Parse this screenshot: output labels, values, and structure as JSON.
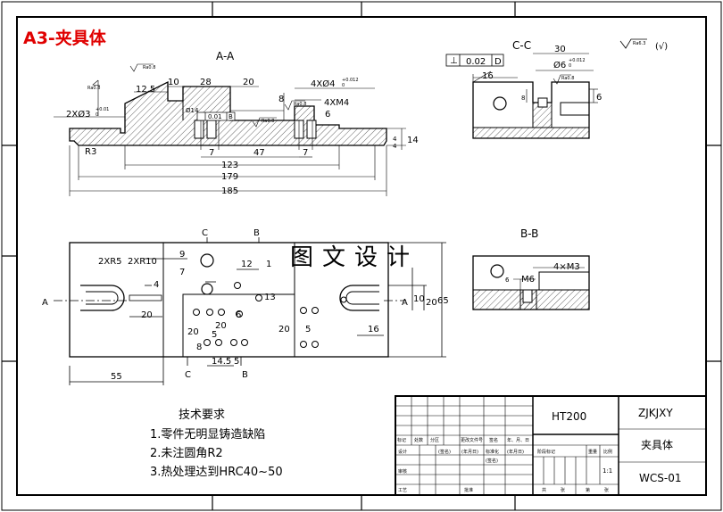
{
  "sheet_title": "A3-夹具体",
  "watermark": "图文设计",
  "roughness_note": "(√)",
  "roughness_value": "Ra6.3",
  "views": {
    "section_aa": {
      "title": "A-A",
      "dims": [
        "10",
        "28",
        "20",
        "12.5",
        "4XØ4",
        "+0.012",
        "0",
        "8",
        "4XM4",
        "6",
        "2XØ3",
        "+0.01",
        "0",
        "Ø14",
        "0.01",
        "B",
        "R3",
        "7",
        "47",
        "7",
        "123",
        "179",
        "185",
        "4",
        "4",
        "14",
        "Ra0.8",
        "Ra0.8",
        "Ra0.8",
        "Ra0.8"
      ]
    },
    "section_cc": {
      "title": "C-C",
      "dims": [
        "0.02",
        "D",
        "30",
        "Ø6",
        "+0.012",
        "0",
        "16",
        "8",
        "6",
        "Ra0.8"
      ]
    },
    "section_bb": {
      "title": "B-B",
      "dims": [
        "4×M3",
        "6",
        "M6"
      ]
    },
    "top_view": {
      "labels": [
        "C",
        "B",
        "A",
        "A",
        "C",
        "B"
      ],
      "dims": [
        "2XR5",
        "2XR10",
        "9",
        "7",
        "12",
        "1",
        "4",
        "13",
        "20",
        "20",
        "6",
        "20",
        "5",
        "8",
        "14.5",
        "5",
        "20",
        "5",
        "10",
        "20",
        "65",
        "16",
        "55"
      ]
    }
  },
  "tech_requirements": {
    "title": "技术要求",
    "items": [
      "1.零件无明显铸造缺陷",
      "2.未注圆角R2",
      "3.热处理达到HRC40~50"
    ]
  },
  "title_block": {
    "material": "HT200",
    "code": "ZJKJXY",
    "part_name": "夹具体",
    "drawing_no": "WCS-01",
    "scale": "1:1",
    "small_labels": [
      "标记",
      "处数",
      "分区",
      "更改文件号",
      "签名",
      "年、月、日",
      "设计",
      "(签名)",
      "(年月日)",
      "标准化",
      "(签名)",
      "(年月日)",
      "阶段标记",
      "重量",
      "比例",
      "审核",
      "工艺",
      "批准",
      "共",
      "张",
      "第",
      "张"
    ]
  }
}
